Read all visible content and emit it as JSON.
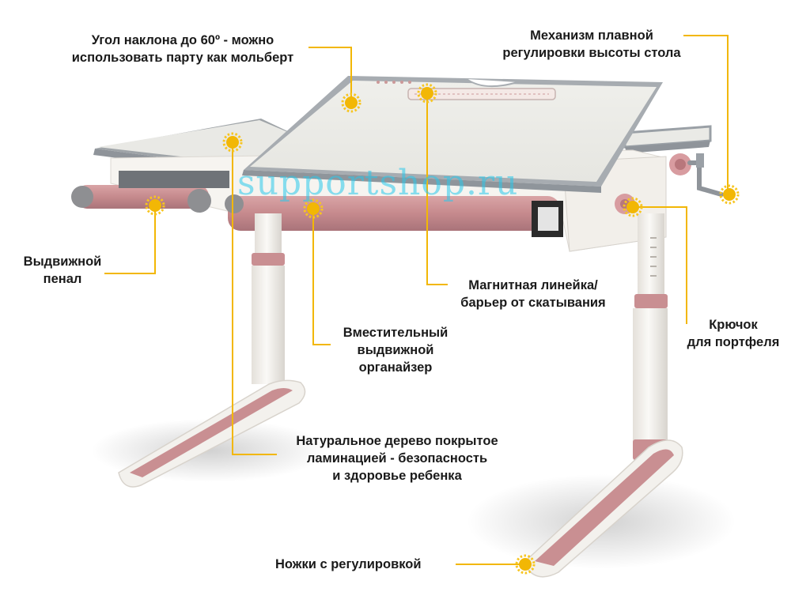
{
  "watermark": "supportshop.ru",
  "colors": {
    "accent": "#f2b705",
    "pink": "#c98f92",
    "board": "#eeeeea",
    "frame": "#f4f2ee"
  },
  "callouts": {
    "tilt": {
      "lines": [
        "Угол наклона до 60º - можно",
        "использовать парту как мольберт"
      ]
    },
    "height": {
      "lines": [
        "Механизм плавной",
        "регулировки высоты стола"
      ]
    },
    "pencil": {
      "lines": [
        "Выдвижной",
        "пенал"
      ]
    },
    "ruler": {
      "lines": [
        "Магнитная линейка/",
        "барьер от скатывания"
      ]
    },
    "organizer": {
      "lines": [
        "Вместительный",
        "выдвижной",
        "органайзер"
      ]
    },
    "hook": {
      "lines": [
        "Крючок",
        "для портфеля"
      ]
    },
    "wood": {
      "lines": [
        "Натуральное дерево покрытое",
        "ламинацией - безопасность",
        "и здоровье ребенка"
      ]
    },
    "legs": {
      "lines": [
        "Ножки с регулировкой"
      ]
    }
  }
}
